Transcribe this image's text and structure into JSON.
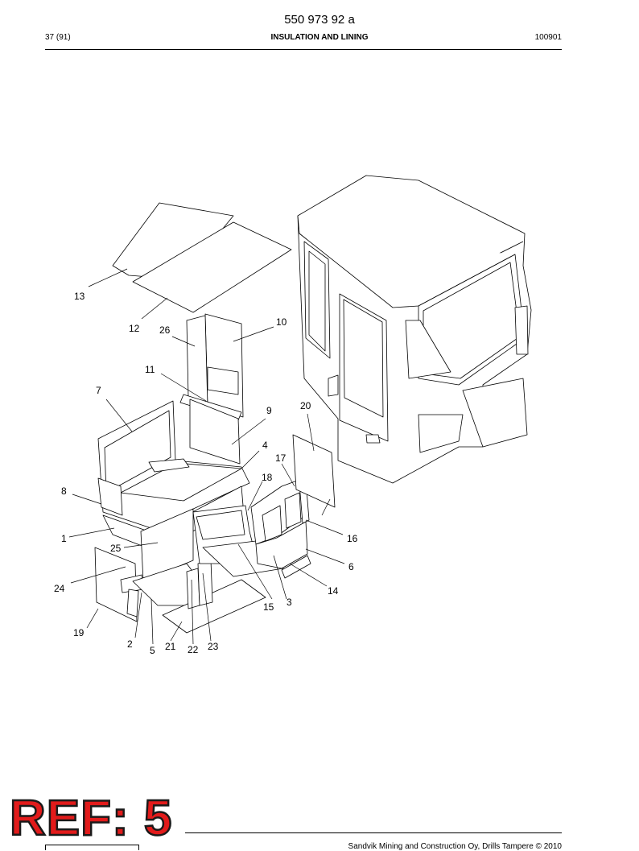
{
  "header": {
    "document_number": "550 973 92 a",
    "page": "37 (91)",
    "section_title": "INSULATION AND LINING",
    "date": "100901"
  },
  "callouts": [
    "1",
    "2",
    "3",
    "4",
    "5",
    "6",
    "7",
    "8",
    "9",
    "10",
    "11",
    "12",
    "13",
    "14",
    "15",
    "16",
    "17",
    "18",
    "19",
    "20",
    "21",
    "22",
    "23",
    "24",
    "25",
    "26"
  ],
  "stamp": {
    "text": "REF: 5",
    "color": "#e21b1b"
  },
  "footer": {
    "copyright": "Sandvik Mining and Construction Oy, Drills Tampere © 2010"
  }
}
